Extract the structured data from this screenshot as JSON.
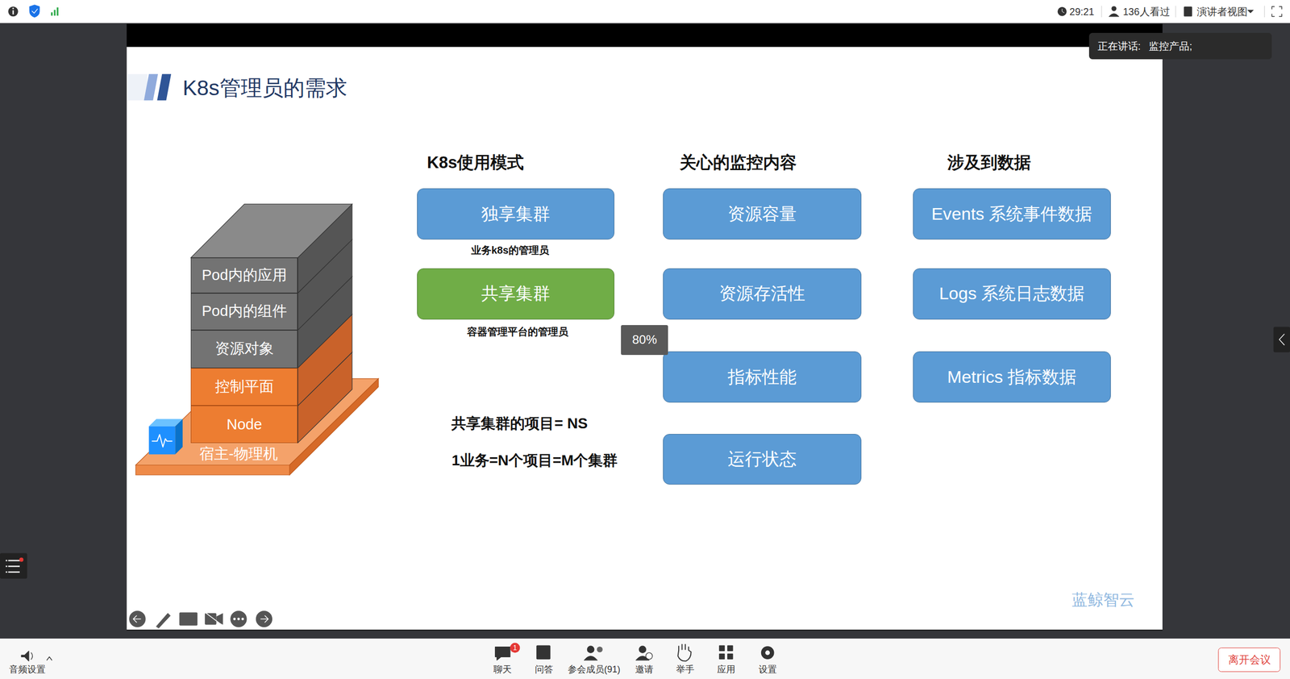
{
  "diagram": {
    "title": "K8s管理员的需求",
    "nodes": [
      {
        "text": [
          "正在讲话:",
          "监控产品;"
        ]
      },
      {
        "text": [
          "Pod内的应用"
        ]
      },
      {
        "text": [
          "Pod内的组件"
        ]
      },
      {
        "text": [
          "资源对象"
        ]
      },
      {
        "text": [
          "控制平面"
        ]
      },
      {
        "text": [
          "Node"
        ]
      },
      {
        "text": [
          "宿主-物理机"
        ]
      },
      {
        "text": [
          "独享集群"
        ]
      },
      {
        "text": [
          "共享集群"
        ]
      },
      {
        "text": [
          "资源容量"
        ]
      },
      {
        "text": [
          "资源存活性"
        ]
      },
      {
        "text": [
          "指标性能"
        ]
      },
      {
        "text": [
          "运行状态"
        ]
      },
      {
        "text": [
          "Events 系统事件数据"
        ]
      },
      {
        "text": [
          "Logs 系统日志数据"
        ]
      },
      {
        "text": [
          "Metrics 指标数据"
        ]
      },
      {
        "text": [
          "80%"
        ]
      },
      {
        "text": [
          "离开会议"
        ]
      }
    ],
    "labels": [
      "29:21",
      "136人看过",
      "演讲者视图",
      "K8s使用模式",
      "关心的监控内容",
      "涉及到数据",
      "业务k8s的管理员",
      "容器管理平台的管理员",
      "共享集群的项目= NS",
      "1业务=N个项目=M个集群",
      "蓝鲸智云",
      "音频设置",
      "聊天",
      "1",
      "问答",
      "参会成员(91)",
      "邀请",
      "举手",
      "应用",
      "设置"
    ]
  }
}
